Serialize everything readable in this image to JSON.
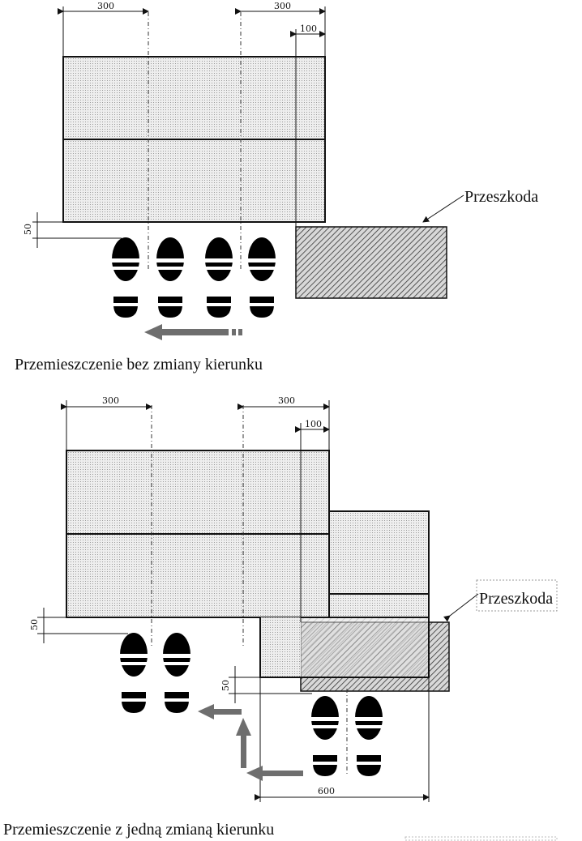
{
  "top": {
    "dims": {
      "w1": "300",
      "w2": "300",
      "w3": "100",
      "h1": "50"
    },
    "obstacle_label": "Przeszkoda",
    "caption": "Przemieszczenie  bez zmiany  kierunku"
  },
  "bottom": {
    "dims": {
      "w1": "300",
      "w2": "300",
      "w3": "100",
      "h1": "50",
      "h2": "50",
      "w4": "600"
    },
    "obstacle_label": "Przeszkoda",
    "caption": "Przemieszczenie  z jedną zmianą  kierunku"
  },
  "colors": {
    "ink": "#111111",
    "arrow": "#6e6e6e",
    "fill": "#e6e6e6"
  }
}
